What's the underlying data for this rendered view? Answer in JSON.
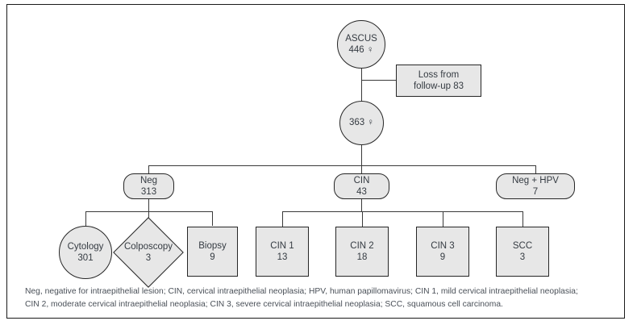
{
  "figure": {
    "type": "flowchart",
    "nodes": [
      {
        "id": "ascus",
        "shape": "circle",
        "title": "ASCUS",
        "count": "446 ♀"
      },
      {
        "id": "loss",
        "shape": "rect",
        "title": "Loss from",
        "count": "follow-up 83"
      },
      {
        "id": "followed",
        "shape": "circle",
        "title": "",
        "count": "363 ♀"
      },
      {
        "id": "neg",
        "shape": "stadium",
        "title": "Neg",
        "count": "313"
      },
      {
        "id": "cin",
        "shape": "stadium",
        "title": "CIN",
        "count": "43"
      },
      {
        "id": "neg-hpv",
        "shape": "stadium",
        "title": "Neg + HPV",
        "count": "7"
      },
      {
        "id": "cytology",
        "shape": "circle",
        "title": "Cytology",
        "count": "301"
      },
      {
        "id": "colposcopy",
        "shape": "diamond",
        "title": "Colposcopy",
        "count": "3"
      },
      {
        "id": "biopsy",
        "shape": "rect",
        "title": "Biopsy",
        "count": "9"
      },
      {
        "id": "cin1",
        "shape": "rect",
        "title": "CIN 1",
        "count": "13"
      },
      {
        "id": "cin2",
        "shape": "rect",
        "title": "CIN 2",
        "count": "18"
      },
      {
        "id": "cin3",
        "shape": "rect",
        "title": "CIN 3",
        "count": "9"
      },
      {
        "id": "scc",
        "shape": "rect",
        "title": "SCC",
        "count": "3"
      }
    ],
    "colors": {
      "node_fill": "#e7e7e7",
      "node_border": "#262626",
      "text": "#353b42",
      "edge": "#3a3a3a",
      "frame": "#1a1a1a",
      "footnote_text": "#4a5058"
    }
  },
  "footnote": {
    "line1": "Neg, negative for intraepithelial lesion; CIN, cervical intraepithelial neoplasia; HPV, human papillomavirus; CIN 1, mild cervical intraepithelial neoplasia;",
    "line2": "CIN 2, moderate cervical intraepithelial neoplasia; CIN 3, severe cervical intraepithelial neoplasia; SCC, squamous cell carcinoma."
  }
}
